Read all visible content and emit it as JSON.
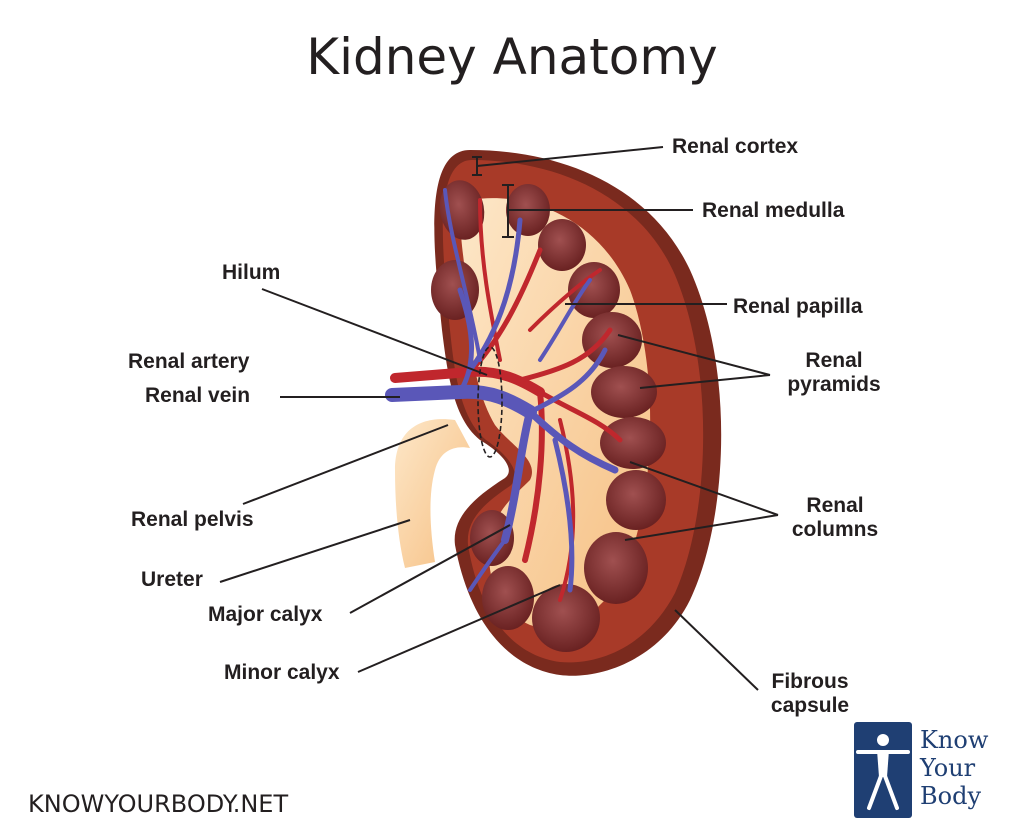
{
  "title": "Kidney Anatomy",
  "labels": {
    "renal_cortex": "Renal cortex",
    "renal_medulla": "Renal medulla",
    "hilum": "Hilum",
    "renal_papilla": "Renal papilla",
    "renal_artery": "Renal artery",
    "renal_vein": "Renal vein",
    "renal_pyramids_line1": "Renal",
    "renal_pyramids_line2": "pyramids",
    "renal_pelvis": "Renal pelvis",
    "renal_columns_line1": "Renal",
    "renal_columns_line2": "columns",
    "ureter": "Ureter",
    "major_calyx": "Major calyx",
    "minor_calyx": "Minor calyx",
    "fibrous_capsule_line1": "Fibrous",
    "fibrous_capsule_line2": "capsule"
  },
  "footer": "KNOWYOURBODY.NET",
  "logo": {
    "line1": "Know",
    "line2": "Your",
    "line3": "Body"
  },
  "colors": {
    "capsule": "#7a2a1e",
    "cortex": "#a83a28",
    "pyramid": "#7c2c2c",
    "pelvis": "#fbd6a8",
    "vein": "#5a57b8",
    "artery": "#c0272d",
    "logo": "#1f3f73"
  }
}
